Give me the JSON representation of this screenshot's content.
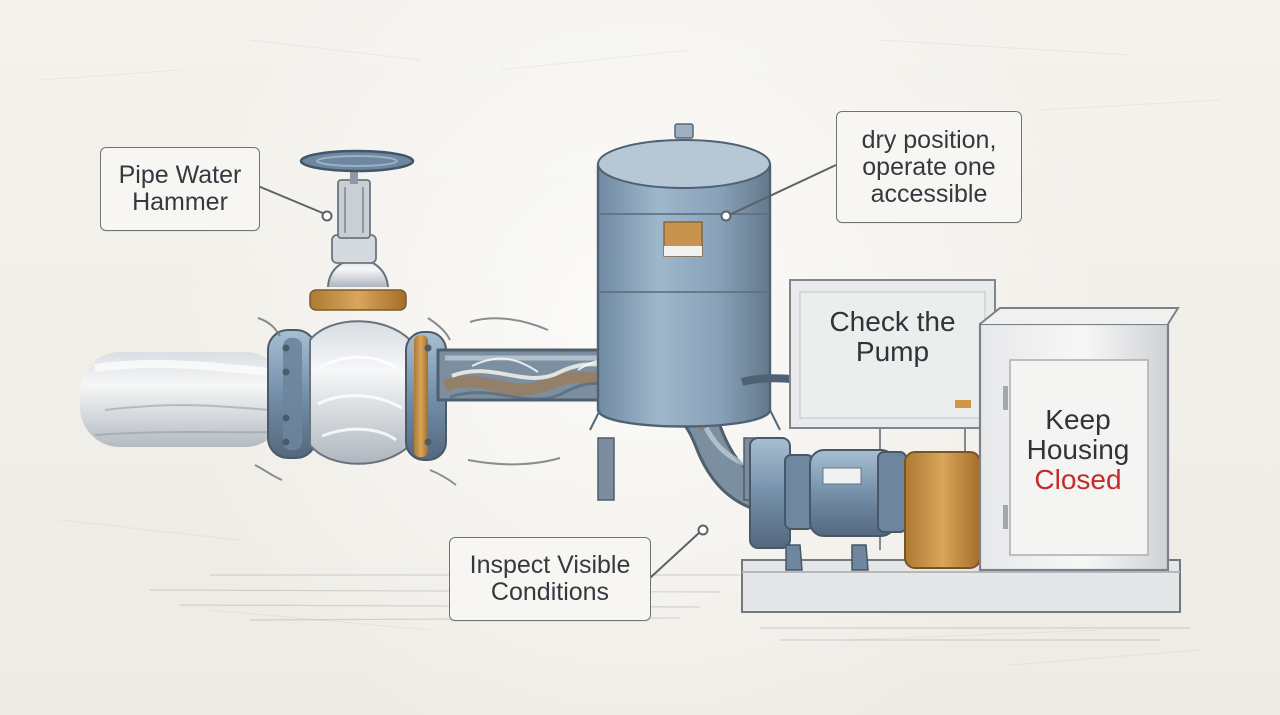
{
  "labels": {
    "pipe_water_hammer": [
      "Pipe Water",
      "Hammer"
    ],
    "dry_position": [
      "dry position,",
      "operate one",
      "accessible"
    ],
    "check_pump": [
      "Check the",
      "Pump"
    ],
    "keep_housing": [
      "Keep",
      "Housing",
      "Closed"
    ],
    "inspect_visible": [
      "Inspect Visible",
      "Conditions"
    ]
  },
  "colors": {
    "accent_warning": "#c62a2a",
    "steel_blue": "#7f9bb3",
    "brass": "#c6953f"
  }
}
